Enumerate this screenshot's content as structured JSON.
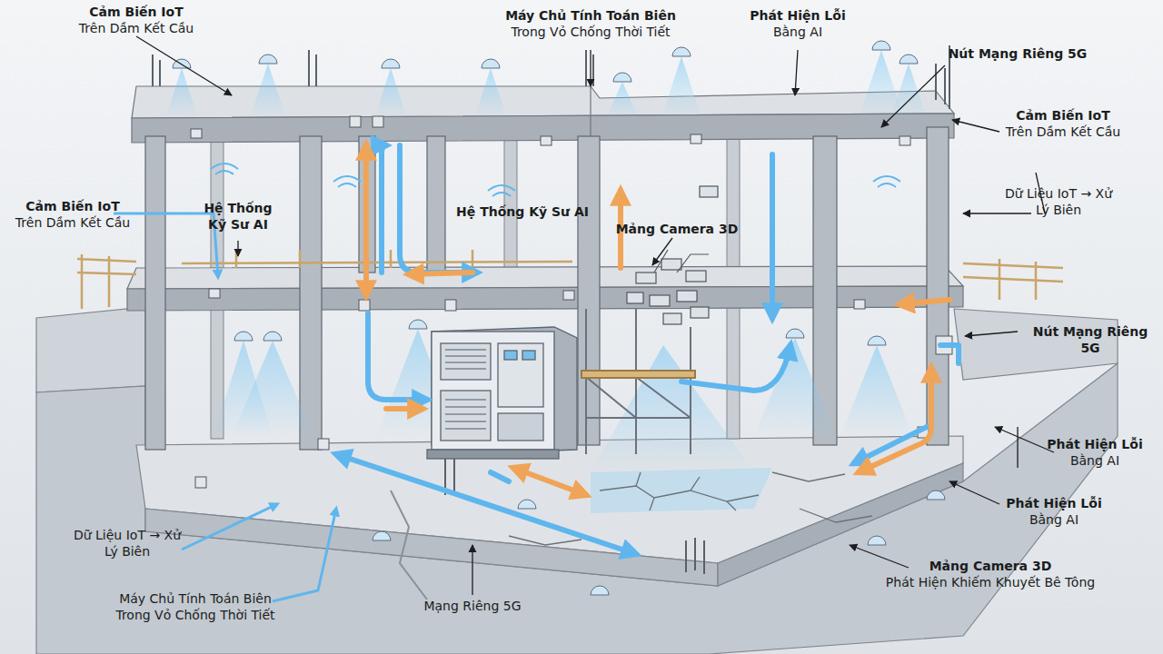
{
  "diagram": {
    "labels": [
      "Cảm Biến IoT",
      "Trên Dầm Kết Cầu",
      "Máy Chủ Tính Toán Biên",
      "Trong Vỏ Chống Thời Tiết",
      "Phát Hiện Lỗi",
      "Bằng AI",
      "Nút Mạng Riêng 5G",
      "Cảm Biến IoT",
      "Trên Dầm Kết Cầu",
      "Cảm Biến IoT",
      "Trên Dầm Kết Cầu",
      "Hệ Thống Kỹ Sư AI",
      "Hệ Thống Kỹ Sư AI",
      "Mảng Camera 3D",
      "Dữ Liệu IoT → Xử Lý Biên",
      "Nút Mạng Riêng 5G",
      "Phát Hiện Lỗi",
      "Bằng AI",
      "Phát Hiện Lỗi",
      "Bằng AI",
      "Dữ Liệu IoT → Xử Lý Biên",
      "Máy Chủ Tính Toán Biên",
      "Trong Vỏ Chống Thời Tiết",
      "Mạng Riêng 5G",
      "Mảng Camera 3D",
      "Phát Hiện Khiếm Khuyết Bê Tông"
    ]
  }
}
